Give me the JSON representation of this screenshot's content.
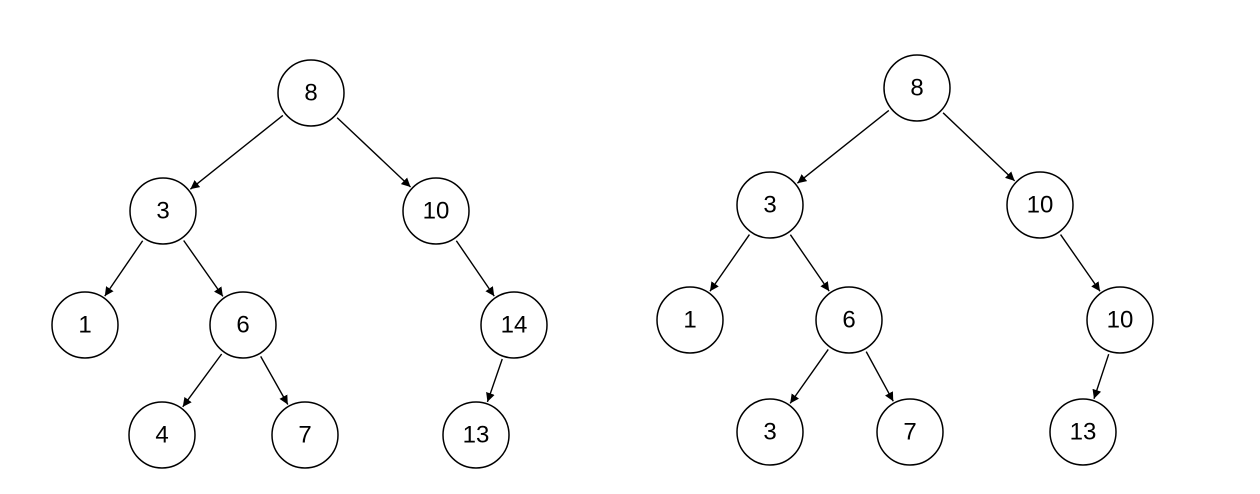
{
  "diagrams": [
    {
      "nodes": [
        {
          "id": "a8",
          "label": "8"
        },
        {
          "id": "a3",
          "label": "3"
        },
        {
          "id": "a10",
          "label": "10"
        },
        {
          "id": "a1",
          "label": "1"
        },
        {
          "id": "a6",
          "label": "6"
        },
        {
          "id": "a14",
          "label": "14"
        },
        {
          "id": "a4",
          "label": "4"
        },
        {
          "id": "a7",
          "label": "7"
        },
        {
          "id": "a13",
          "label": "13"
        }
      ],
      "edges": [
        {
          "from": "a8",
          "to": "a3"
        },
        {
          "from": "a8",
          "to": "a10"
        },
        {
          "from": "a3",
          "to": "a1"
        },
        {
          "from": "a3",
          "to": "a6"
        },
        {
          "from": "a10",
          "to": "a14"
        },
        {
          "from": "a6",
          "to": "a4"
        },
        {
          "from": "a6",
          "to": "a7"
        },
        {
          "from": "a14",
          "to": "a13"
        }
      ]
    },
    {
      "nodes": [
        {
          "id": "b8",
          "label": "8"
        },
        {
          "id": "b3",
          "label": "3"
        },
        {
          "id": "b10",
          "label": "10"
        },
        {
          "id": "b1",
          "label": "1"
        },
        {
          "id": "b6",
          "label": "6"
        },
        {
          "id": "b10b",
          "label": "10"
        },
        {
          "id": "b3b",
          "label": "3"
        },
        {
          "id": "b7",
          "label": "7"
        },
        {
          "id": "b13",
          "label": "13"
        }
      ],
      "edges": [
        {
          "from": "b8",
          "to": "b3"
        },
        {
          "from": "b8",
          "to": "b10"
        },
        {
          "from": "b3",
          "to": "b1"
        },
        {
          "from": "b3",
          "to": "b6"
        },
        {
          "from": "b10",
          "to": "b10b"
        },
        {
          "from": "b6",
          "to": "b3b"
        },
        {
          "from": "b6",
          "to": "b7"
        },
        {
          "from": "b10b",
          "to": "b13"
        }
      ]
    }
  ]
}
